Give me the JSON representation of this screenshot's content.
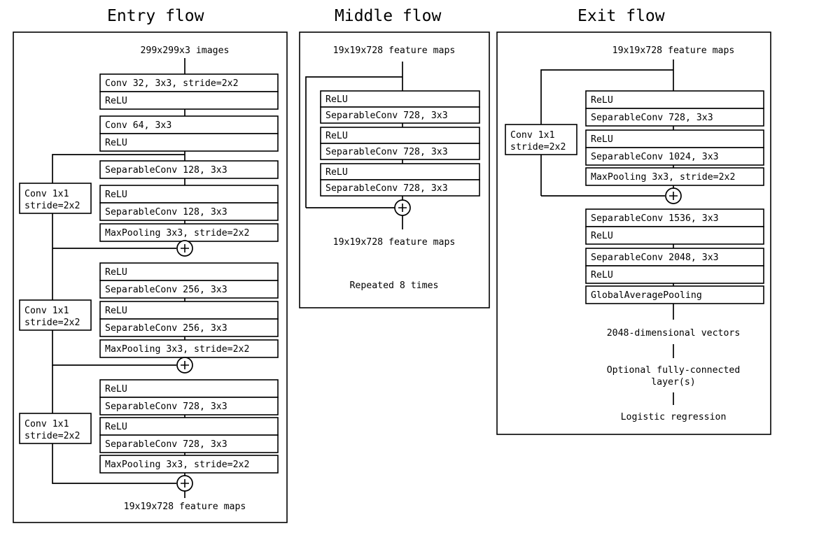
{
  "figure": {
    "kind": "neural-network-architecture-diagram",
    "panels": [
      "Entry flow",
      "Middle flow",
      "Exit flow"
    ]
  },
  "entry_flow": {
    "title": "Entry flow",
    "input_label": "299x299x3 images",
    "output_label": "19x19x728 feature maps",
    "blocks": [
      "Conv 32, 3x3, stride=2x2",
      "ReLU",
      "Conv 64, 3x3",
      "ReLU",
      "SeparableConv 128, 3x3",
      "ReLU",
      "SeparableConv 128, 3x3",
      "MaxPooling 3x3, stride=2x2",
      "ReLU",
      "SeparableConv 256, 3x3",
      "ReLU",
      "SeparableConv 256, 3x3",
      "MaxPooling 3x3, stride=2x2",
      "ReLU",
      "SeparableConv 728, 3x3",
      "ReLU",
      "SeparableConv 728, 3x3",
      "MaxPooling 3x3, stride=2x2"
    ],
    "shortcuts": [
      {
        "line1": "Conv 1x1",
        "line2": "stride=2x2"
      },
      {
        "line1": "Conv 1x1",
        "line2": "stride=2x2"
      },
      {
        "line1": "Conv 1x1",
        "line2": "stride=2x2"
      }
    ],
    "adders": 3,
    "add_symbol": "+"
  },
  "middle_flow": {
    "title": "Middle flow",
    "input_label": "19x19x728 feature maps",
    "output_label": "19x19x728 feature maps",
    "repeat_label": "Repeated 8 times",
    "blocks": [
      "ReLU",
      "SeparableConv 728, 3x3",
      "ReLU",
      "SeparableConv 728, 3x3",
      "ReLU",
      "SeparableConv 728, 3x3"
    ],
    "adders": 1,
    "add_symbol": "+"
  },
  "exit_flow": {
    "title": "Exit flow",
    "input_label": "19x19x728 feature maps",
    "blocks": [
      "ReLU",
      "SeparableConv 728, 3x3",
      "ReLU",
      "SeparableConv 1024, 3x3",
      "MaxPooling 3x3, stride=2x2",
      "SeparableConv 1536, 3x3",
      "ReLU",
      "SeparableConv 2048, 3x3",
      "ReLU",
      "GlobalAveragePooling"
    ],
    "shortcuts": [
      {
        "line1": "Conv 1x1",
        "line2": "stride=2x2"
      }
    ],
    "tail_labels": [
      "2048-dimensional vectors",
      "Optional fully-connected",
      "layer(s)",
      "Logistic regression"
    ],
    "adders": 1,
    "add_symbol": "+"
  },
  "colors": {
    "background": "#ffffff",
    "stroke": "#000000",
    "text": "#000000"
  }
}
